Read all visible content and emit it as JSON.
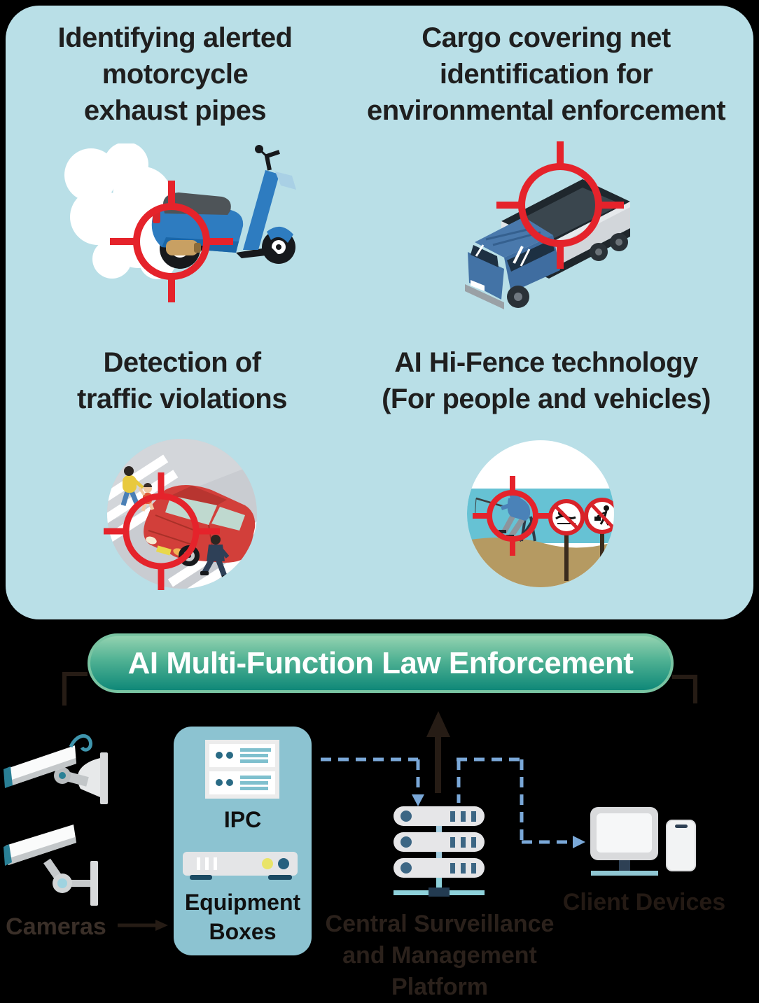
{
  "features": [
    {
      "lines": [
        "Identifying alerted",
        "motorcycle",
        "exhaust pipes"
      ],
      "icon": "smoking-scooter-with-crosshair"
    },
    {
      "lines": [
        "Cargo covering net",
        "identification for",
        "environmental enforcement"
      ],
      "icon": "open-cargo-truck-with-crosshair"
    },
    {
      "lines": [
        "Detection of",
        "traffic violations"
      ],
      "icon": "car-and-pedestrians-with-crosshair"
    },
    {
      "lines": [
        "AI Hi-Fence technology",
        "(For people and vehicles)"
      ],
      "icon": "beach-fisherman-with-prohibition-signs"
    }
  ],
  "banner": {
    "label": "AI Multi-Function Law Enforcement"
  },
  "flow": {
    "cameras_label": "Cameras",
    "ipc_label": "IPC",
    "equipment_lines": [
      "Equipment",
      "Boxes"
    ],
    "platform_lines": [
      "Central Surveillance",
      "and Management",
      "Platform"
    ],
    "client_label": "Client Devices"
  },
  "icons": {
    "crosshair": "red target reticle",
    "cctv_cameras": "two wall-mounted surveillance cameras",
    "ipc_server": "rack server with indicator dots",
    "equipment_box": "network appliance with status LEDs",
    "server_stack": "three-tier server tower",
    "client_devices": "desktop monitor and smartphone",
    "up_arrow": "solid upward arrow to banner",
    "cameras_arrow": "solid right arrow from cameras",
    "dashed_flow": "dashed blue data-flow lines"
  },
  "colors": {
    "panel_bg": "#b9dfe7",
    "background": "#000000",
    "crosshair_red": "#e5232b",
    "banner_top": "#93d2b0",
    "banner_bottom": "#0f8878",
    "equipment_panel": "#8cc3d1",
    "dashed_blue": "#7aa8d8",
    "dark_arrow": "#261c15",
    "teal_accent": "#8ed1da",
    "slate_accent": "#3c6684"
  }
}
